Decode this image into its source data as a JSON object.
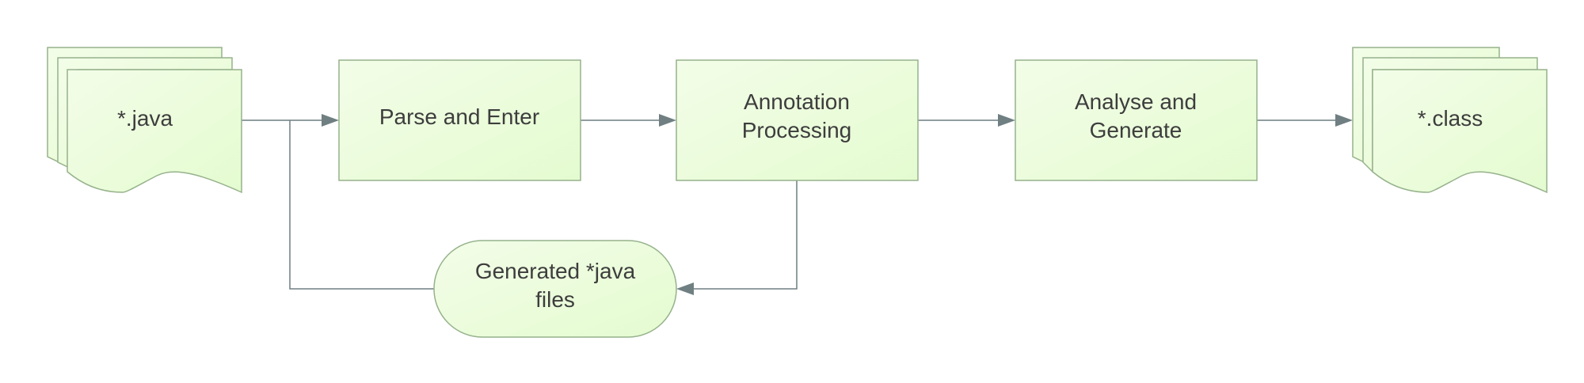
{
  "diagram": {
    "colors": {
      "node_fill_light": "#f3fde8",
      "node_fill_dark": "#e4fbd0",
      "node_stroke": "#96b28c",
      "edge": "#6f7f82",
      "text": "#3d3d3d"
    },
    "nodes": {
      "java_source": {
        "label": "*.java",
        "shape": "multi-document"
      },
      "parse_enter": {
        "label": "Parse and Enter",
        "shape": "rectangle"
      },
      "annotation_processing": {
        "line1": "Annotation",
        "line2": "Processing",
        "shape": "rectangle"
      },
      "analyse_generate": {
        "line1": "Analyse and",
        "line2": "Generate",
        "shape": "rectangle"
      },
      "class_output": {
        "label": "*.class",
        "shape": "multi-document"
      },
      "generated_java": {
        "line1": "Generated *java",
        "line2": "files",
        "shape": "terminator"
      }
    },
    "edges": [
      {
        "from": "java_source",
        "to": "parse_enter"
      },
      {
        "from": "parse_enter",
        "to": "annotation_processing"
      },
      {
        "from": "annotation_processing",
        "to": "analyse_generate"
      },
      {
        "from": "analyse_generate",
        "to": "class_output"
      },
      {
        "from": "annotation_processing",
        "to": "generated_java"
      },
      {
        "from": "generated_java",
        "to": "parse_enter"
      }
    ]
  }
}
